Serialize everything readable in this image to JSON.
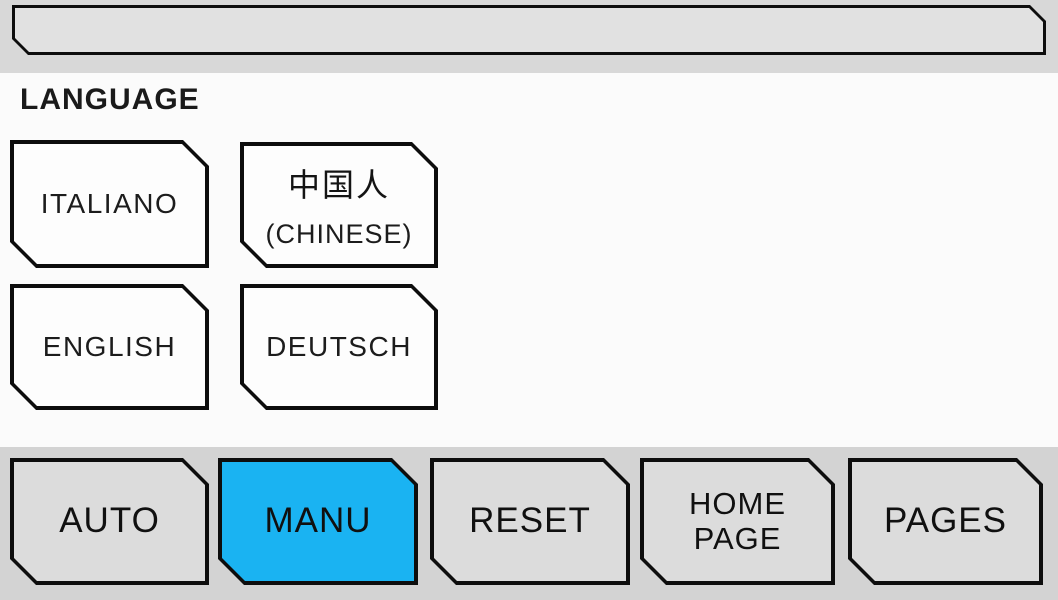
{
  "titlebar": {
    "text": ""
  },
  "language": {
    "heading": "LANGUAGE",
    "buttons": [
      {
        "id": "italiano",
        "lines": [
          "ITALIANO"
        ]
      },
      {
        "id": "chinese",
        "lines": [
          "中国人",
          "(CHINESE)"
        ]
      },
      {
        "id": "english",
        "lines": [
          "ENGLISH"
        ]
      },
      {
        "id": "deutsch",
        "lines": [
          "DEUTSCH"
        ]
      }
    ]
  },
  "navbar": {
    "buttons": [
      {
        "id": "auto",
        "lines": [
          "AUTO"
        ],
        "active": false
      },
      {
        "id": "manu",
        "lines": [
          "MANU"
        ],
        "active": true
      },
      {
        "id": "reset",
        "lines": [
          "RESET"
        ],
        "active": false
      },
      {
        "id": "home-page",
        "lines": [
          "HOME",
          "PAGE"
        ],
        "active": false
      },
      {
        "id": "pages",
        "lines": [
          "PAGES"
        ],
        "active": false
      }
    ]
  },
  "colors": {
    "active_button": "#1ab3f2",
    "border": "#0d0d0d",
    "strip_background": "#d3d3d3",
    "button_fill": "#dcdcdc",
    "page_background": "#fbfbfb"
  }
}
